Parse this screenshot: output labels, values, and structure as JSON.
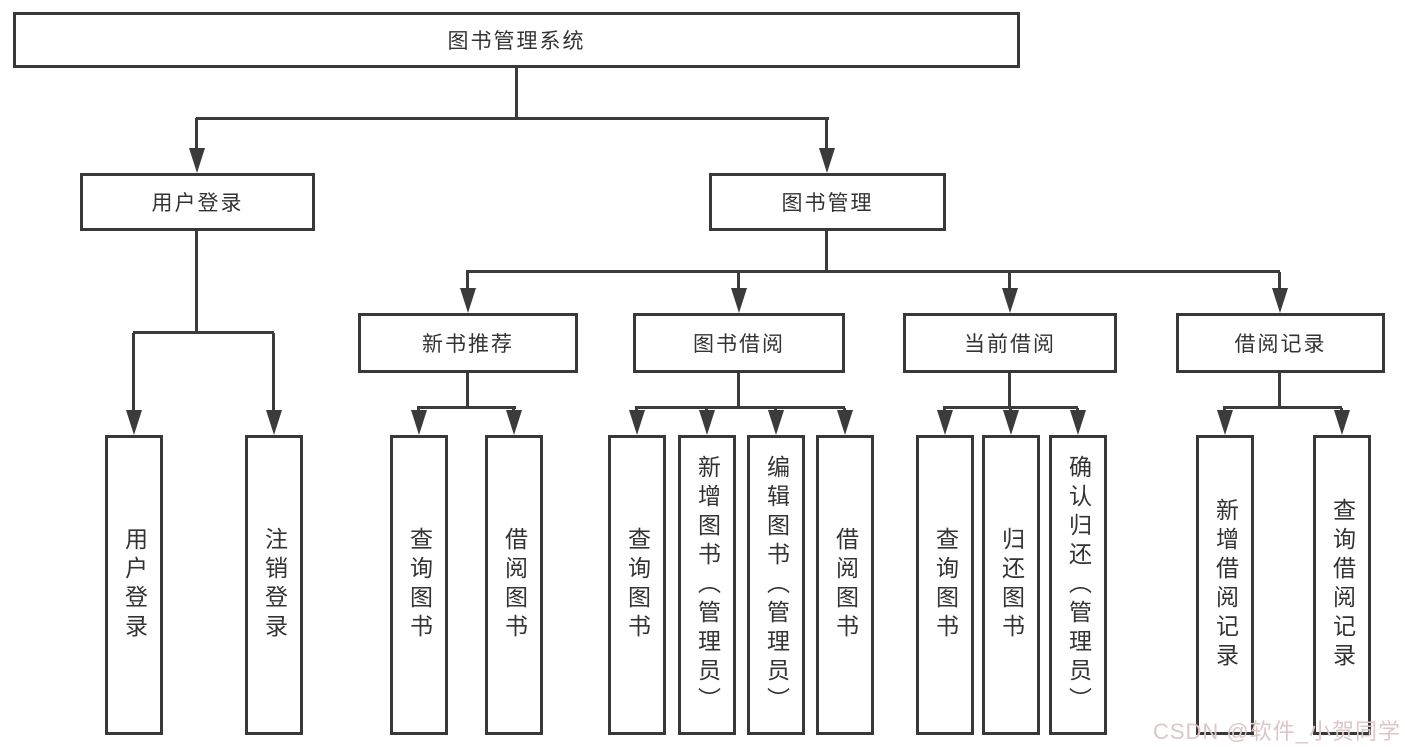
{
  "root_label": "图书管理系统",
  "level2": [
    "用户登录",
    "图书管理"
  ],
  "level3": [
    "新书推荐",
    "图书借阅",
    "当前借阅",
    "借阅记录"
  ],
  "leaves_user_login": [
    "用户登录",
    "注销登录"
  ],
  "leaves_new_books": [
    "查询图书",
    "借阅图书"
  ],
  "leaves_book_borrowing": [
    "查询图书",
    "新增图书（管理员）",
    "编辑图书（管理员）",
    "借阅图书"
  ],
  "leaves_current_borrowing": [
    "查询图书",
    "归还图书",
    "确认归还（管理员）"
  ],
  "leaves_borrow_records": [
    "新增借阅记录",
    "查询借阅记录"
  ],
  "watermark": "CSDN @软件_小贺同学",
  "colors": {
    "line": "#3b3b3b",
    "border": "#383838",
    "text": "#333333",
    "background": "#ffffff",
    "watermark": "#dcc6c6"
  }
}
